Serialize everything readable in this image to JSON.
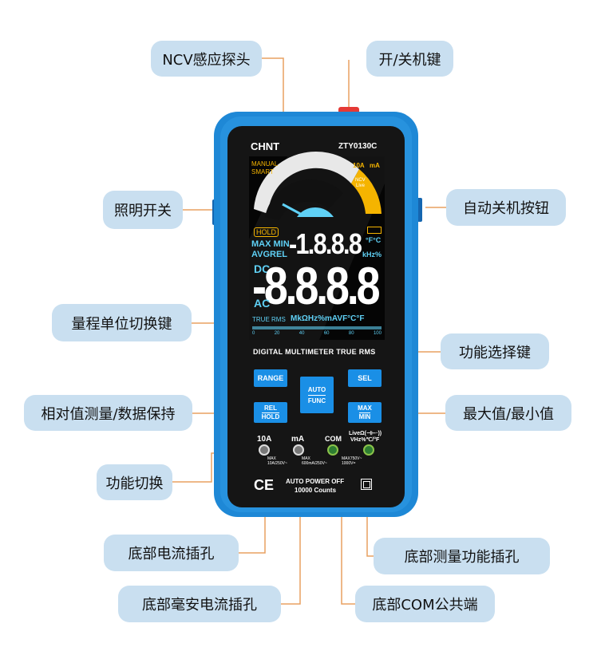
{
  "labels": {
    "ncv_probe": "NCV感应探头",
    "power_key": "开/关机键",
    "lighting_switch": "照明开关",
    "auto_off_button": "自动关机按钮",
    "range_unit_key": "量程单位切换键",
    "function_select_key": "功能选择键",
    "relative_hold": "相对值测量/数据保持",
    "max_min": "最大值/最小值",
    "function_switch": "功能切换",
    "bottom_current_jack": "底部电流插孔",
    "bottom_measure_jack": "底部测量功能插孔",
    "bottom_ma_jack": "底部毫安电流插孔",
    "bottom_com_terminal": "底部COM公共端"
  },
  "meter": {
    "brand": "CHNT",
    "model": "ZTY0130C",
    "manual": "MANUAL",
    "smart": "SMART",
    "hold": "HOLD",
    "max_min": "MAX MIN",
    "avg_rel": "AVGREL",
    "dc": "DC",
    "ac": "AC",
    "small_digits": "-1.8.8.8",
    "big_digits": "-8.8.8.8",
    "temp_units": "°F°C",
    "khz": "kHz%",
    "true_rms_line": "TRUE RMS",
    "units_line": "MkΩHz%mAVF°C°F",
    "bar_scale": [
      "0",
      "20",
      "40",
      "60",
      "80",
      "100"
    ],
    "dial_10a": "10A",
    "dial_ma": "mA",
    "dial_ncv": "NCV",
    "dial_live": "Live",
    "subtitle": "DIGITAL MULTIMETER TRUE RMS",
    "btn_range": "RANGE",
    "btn_auto": "AUTO",
    "btn_func": "FUNC",
    "btn_sel": "SEL",
    "btn_rel": "REL",
    "btn_hold": "HOLD",
    "btn_max": "MAX",
    "btn_min": "MIN",
    "jack_10a": "10A",
    "jack_ma": "mA",
    "jack_com": "COM",
    "jack_live_top": "LiveΩ(⊣⊢·))",
    "jack_live_bottom": "VHz%℃/°F",
    "spec_10a": "MAX 10A/250V~",
    "spec_ma": "MAX 600mA/250V~",
    "spec_v": "MAX750V~ 1000V=",
    "ce": "CE",
    "auto_off": "AUTO POWER OFF",
    "counts": "10000 Counts"
  },
  "colors": {
    "label_bg": "#c9dff0",
    "body_blue": "#1e88d6",
    "button_blue": "#1a8fe6",
    "lcd_cyan": "#5fd0f5",
    "lcd_yellow": "#f5b400",
    "power_red": "#e53935",
    "leader_line": "#e8a060"
  }
}
